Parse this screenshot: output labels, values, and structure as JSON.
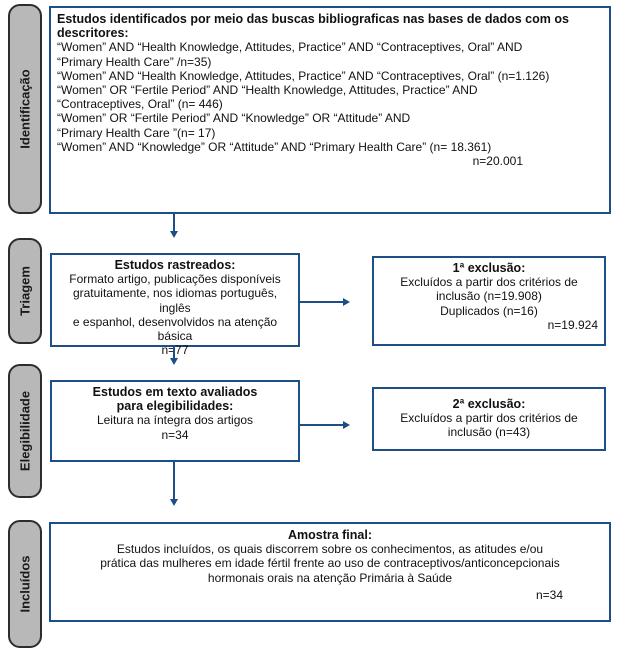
{
  "phases": {
    "identificacao": "Identificação",
    "triagem": "Triagem",
    "elegibilidade": "Elegibilidade",
    "incluidos": "Incluídos"
  },
  "identification_box": {
    "title": "Estudos identificados por meio das buscas bibliograficas nas bases de dados com os descritores:",
    "lines": [
      "“Women” AND “Health Knowledge, Attitudes, Practice” AND “Contraceptives, Oral” AND",
      "“Primary Health Care” /n=35)",
      "“Women” AND “Health Knowledge, Attitudes, Practice” AND “Contraceptives, Oral” (n=1.126)",
      "“Women” OR “Fertile Period” AND “Health Knowledge, Attitudes, Practice” AND",
      "“Contraceptives, Oral” (n= 446)",
      "“Women” OR “Fertile Period” AND “Knowledge” OR “Attitude”  AND",
      "“Primary Health Care ”(n= 17)",
      "“Women” AND  “Knowledge” OR “Attitude”  AND  “Primary Health Care” (n= 18.361)"
    ],
    "total": "n=20.001"
  },
  "screening_box": {
    "title": "Estudos rastreados:",
    "lines": [
      "Formato artigo, publicações disponíveis",
      "gratuitamente, nos idiomas português, inglês",
      "e espanhol, desenvolvidos na atenção básica"
    ],
    "total": "n=77"
  },
  "exclusion1_box": {
    "title": "1ª exclusão:",
    "lines": [
      "Excluídos a partir dos critérios de",
      "inclusão (n=19.908)",
      "Duplicados (n=16)"
    ],
    "total": "n=19.924"
  },
  "eligibility_box": {
    "title_lines": [
      "Estudos em texto avaliados",
      "para elegibilidades:"
    ],
    "lines": [
      "Leitura na íntegra dos artigos"
    ],
    "total": "n=34"
  },
  "exclusion2_box": {
    "title": "2ª exclusão:",
    "lines": [
      "Excluídos a partir dos critérios de",
      "inclusão (n=43)"
    ]
  },
  "final_box": {
    "title": "Amostra final:",
    "lines": [
      "Estudos incluídos, os quais discorrem sobre os conhecimentos, as atitudes e/ou",
      "prática das mulheres em idade fértil frente ao uso de contraceptivos/anticoncepcionais",
      "hormonais orais na atenção Primária à Saúde"
    ],
    "total": "n=34"
  },
  "colors": {
    "box_border": "#1b4f86",
    "phase_fill": "#b8b8b8"
  }
}
